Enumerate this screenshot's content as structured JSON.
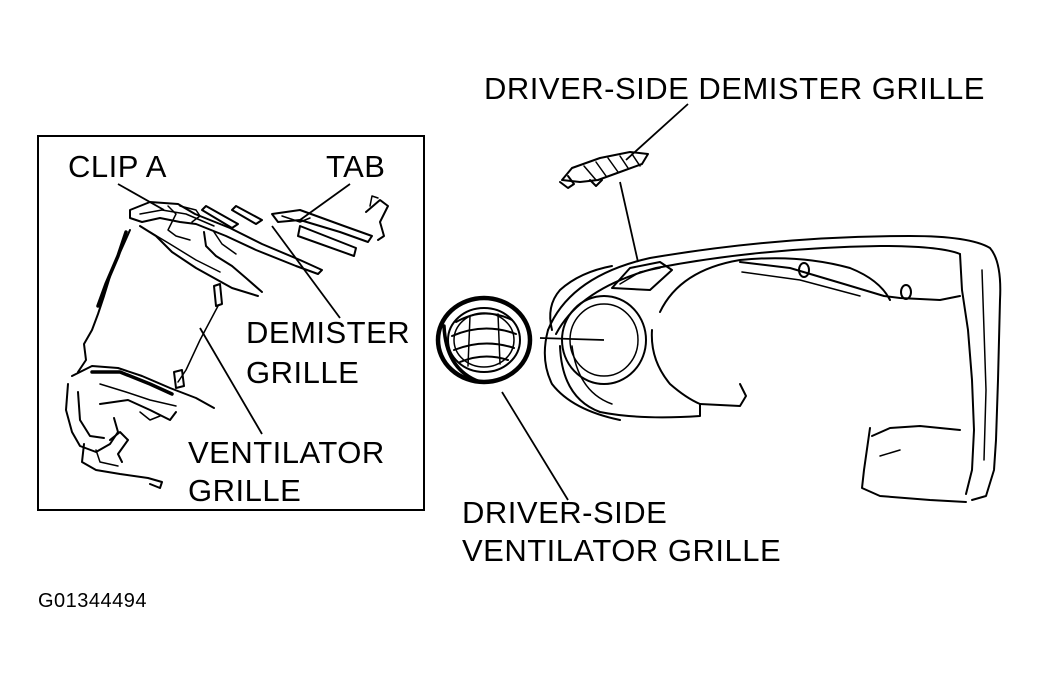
{
  "figure_id": "G01344494",
  "inset": {
    "labels": {
      "clip_a": "CLIP A",
      "tab": "TAB",
      "demister_grille": [
        "DEMISTER",
        "GRILLE"
      ],
      "ventilator_grille": [
        "VENTILATOR",
        "GRILLE"
      ]
    }
  },
  "main": {
    "labels": {
      "driver_side_demister_grille": "DRIVER-SIDE DEMISTER GRILLE",
      "driver_side_ventilator_grille": [
        "DRIVER-SIDE",
        "VENTILATOR GRILLE"
      ]
    }
  }
}
